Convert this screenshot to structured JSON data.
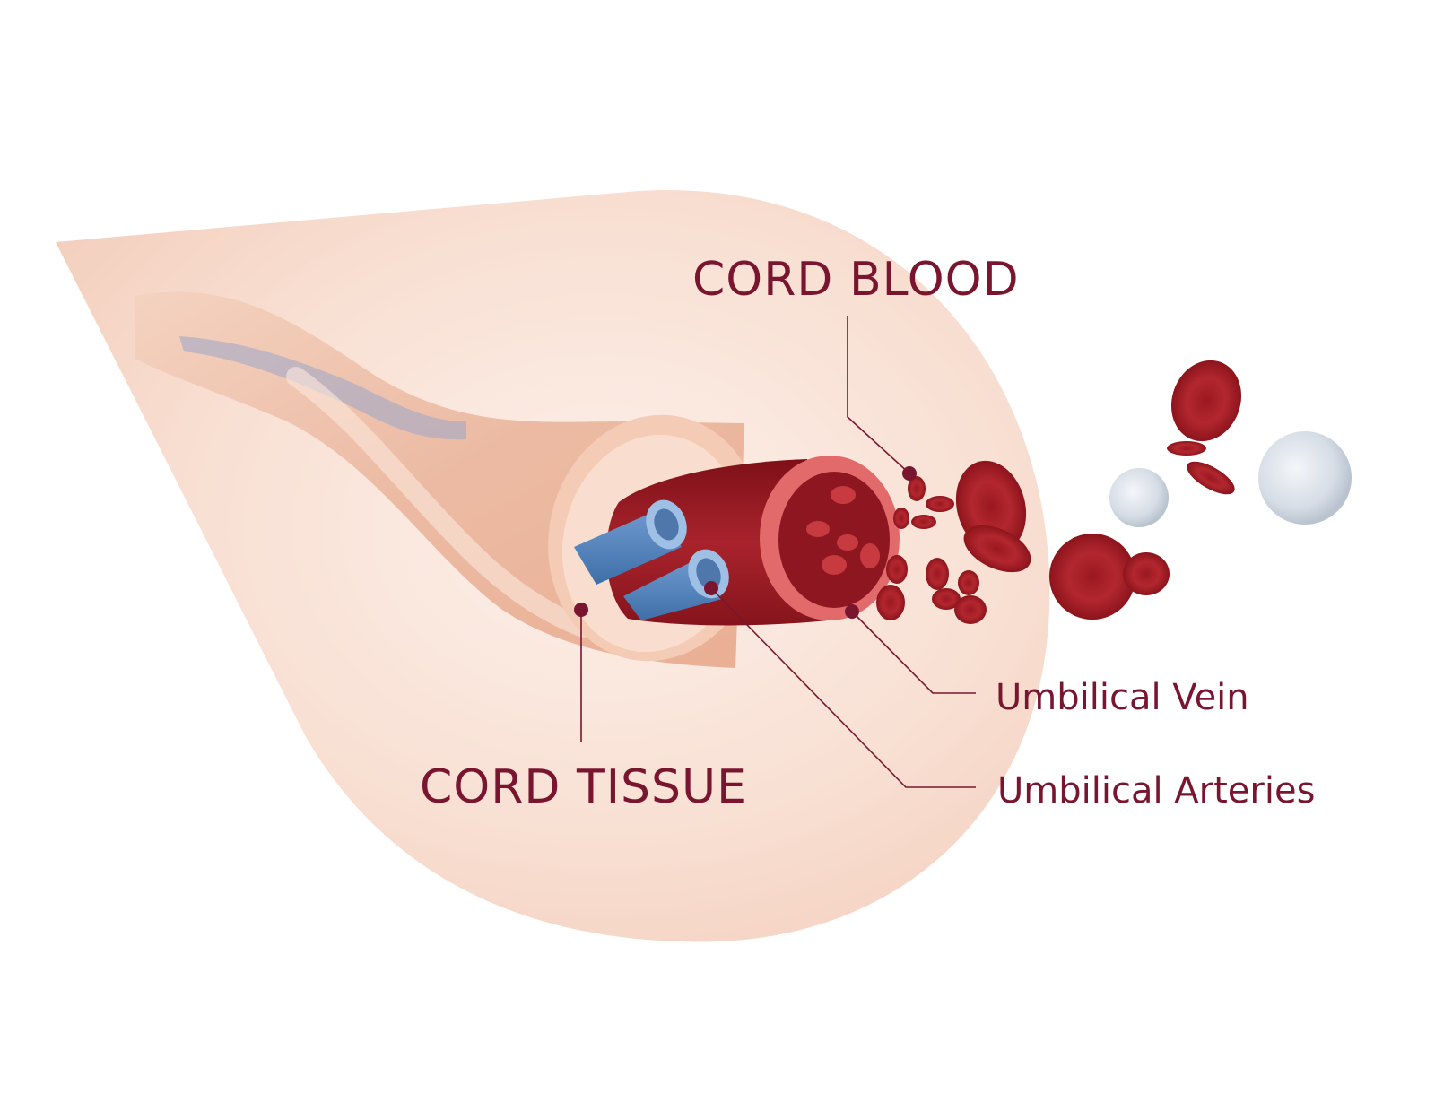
{
  "labels": {
    "cord_blood": "CORD BLOOD",
    "cord_tissue": "CORD TISSUE",
    "umbilical_vein": "Umbilical Vein",
    "umbilical_arteries": "Umbilical Arteries"
  },
  "colors": {
    "label_text": "#7a1530",
    "leader_line": "#7a1530",
    "background_drop": "#f5d7c8",
    "tissue": "#f1c4ac",
    "vein": "#a8232c",
    "arteries": "#5b8ac0",
    "red_cell": "#b2262e",
    "white_cell": "#dfe4ea"
  }
}
